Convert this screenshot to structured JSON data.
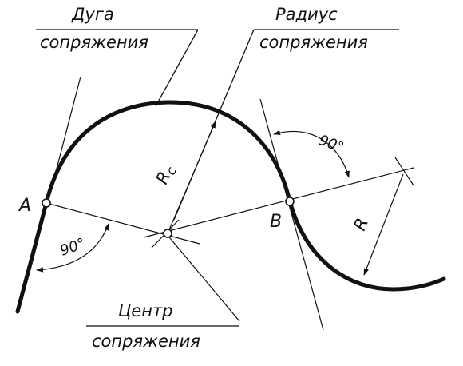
{
  "callouts": {
    "arc_line1": "Дуга",
    "arc_line2": "сопряжения",
    "radius_line1": "Радиус",
    "radius_line2": "сопряжения",
    "center_line1": "Центр",
    "center_line2": "сопряжения"
  },
  "points": {
    "a": "A",
    "b": "B"
  },
  "angles": {
    "left": "90°",
    "right": "90°"
  },
  "radii": {
    "conjugation": "R",
    "conjugation_subscript": "c",
    "given": "R"
  },
  "colors": {
    "ink": "#111111",
    "background": "#ffffff"
  }
}
